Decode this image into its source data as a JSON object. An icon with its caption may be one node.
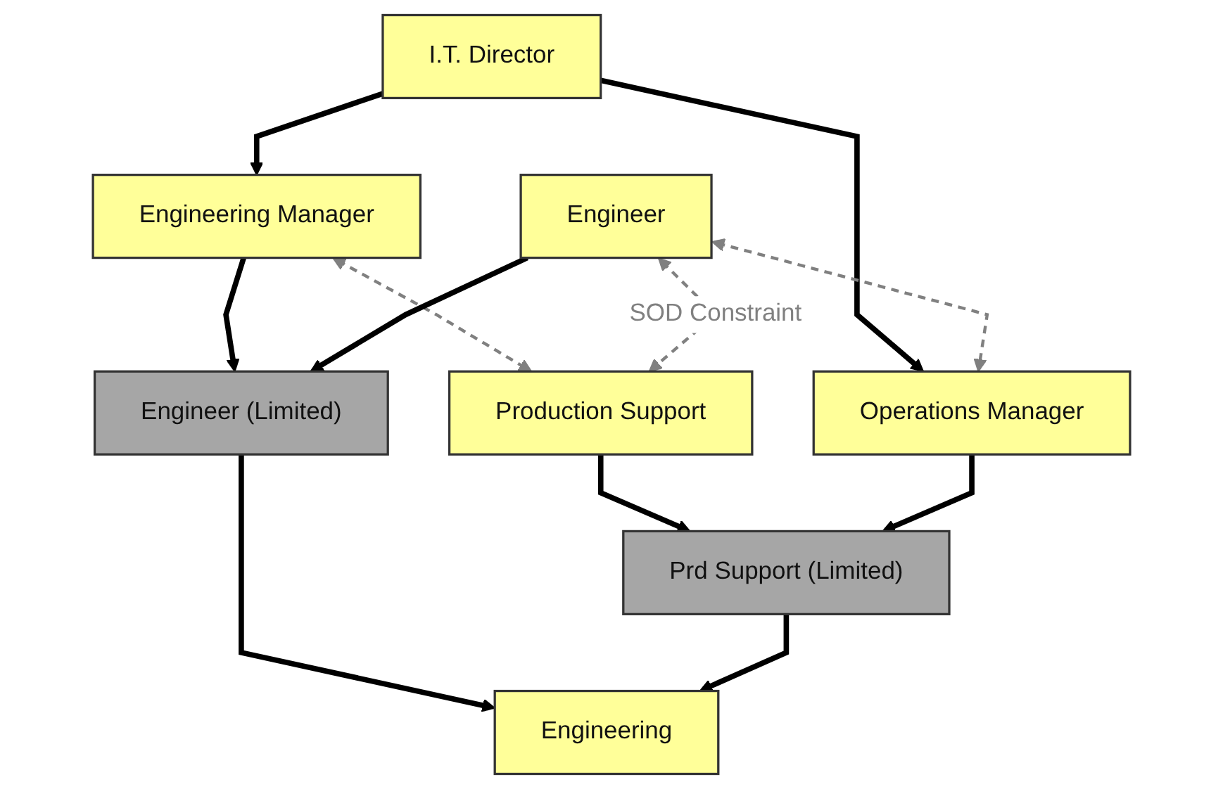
{
  "diagram": {
    "nodes": [
      {
        "text": [
          "I.T. Director"
        ]
      },
      {
        "text": [
          "Engineering Manager"
        ]
      },
      {
        "text": [
          "Engineer"
        ]
      },
      {
        "text": [
          "Production Support"
        ]
      },
      {
        "text": [
          "Operations Manager"
        ]
      },
      {
        "text": [
          "Engineer (Limited)"
        ]
      },
      {
        "text": [
          "Prd Support (Limited)"
        ]
      },
      {
        "text": [
          "Engineering"
        ]
      }
    ],
    "edges": [
      {
        "from": 0,
        "to": 1,
        "arrow": "to"
      },
      {
        "from": 0,
        "to": 4,
        "arrow": "to"
      },
      {
        "from": 1,
        "to": 3,
        "arrow": "both",
        "style": "dashed",
        "color": "#808080"
      },
      {
        "from": 2,
        "to": 4,
        "arrow": "both",
        "style": "dashed",
        "color": "#808080"
      },
      {
        "from": 2,
        "to": 3,
        "arrow": "both",
        "style": "dashed",
        "color": "#808080",
        "label": "SOD Constraint"
      },
      {
        "from": 1,
        "to": 5,
        "arrow": "to"
      },
      {
        "from": 2,
        "to": 5,
        "arrow": "to"
      },
      {
        "from": 3,
        "to": 6,
        "arrow": "to"
      },
      {
        "from": 4,
        "to": 6,
        "arrow": "to"
      },
      {
        "from": 5,
        "to": 7,
        "arrow": "to"
      },
      {
        "from": 6,
        "to": 7,
        "arrow": "to"
      }
    ]
  }
}
